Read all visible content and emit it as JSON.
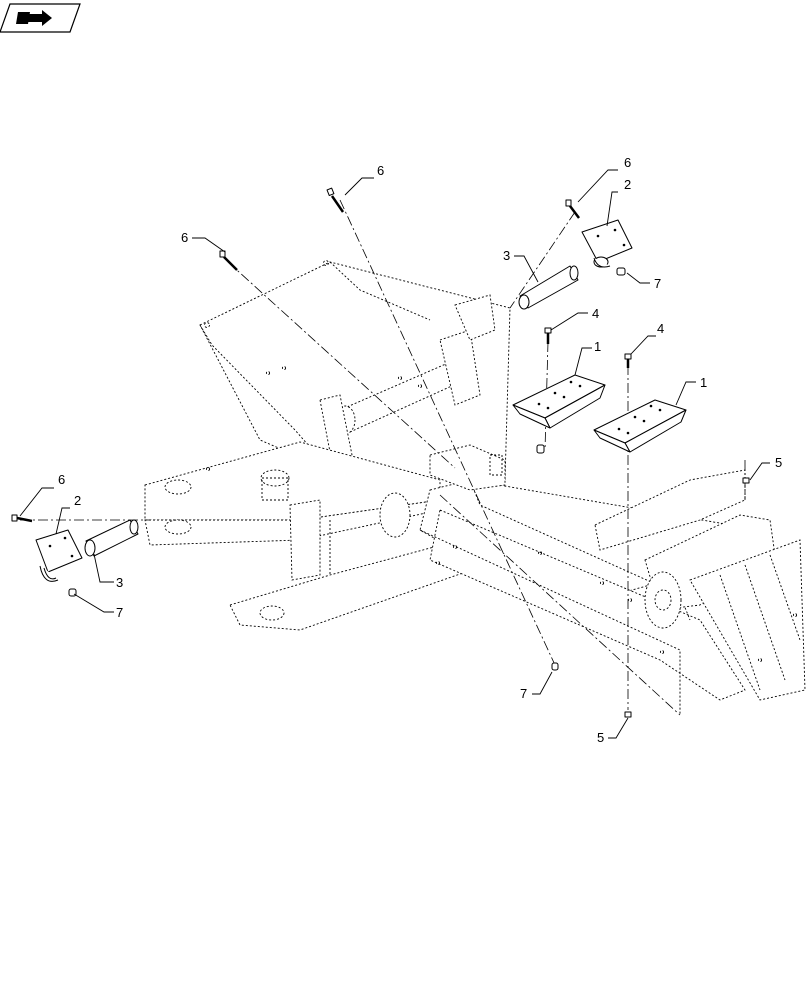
{
  "header": {
    "icon": "book-arrow-icon"
  },
  "callouts": {
    "c6_top": "6",
    "c6_left": "6",
    "c6_right": "6",
    "c2_right": "2",
    "c3_top": "3",
    "c7_right": "7",
    "c4_a": "4",
    "c1_a": "1",
    "c4_b": "4",
    "c1_b": "1",
    "c5_right": "5",
    "c6_lower": "6",
    "c2_lower": "2",
    "c3_lower": "3",
    "c7_lower": "7",
    "c7_bottom": "7",
    "c5_bottom": "5"
  }
}
